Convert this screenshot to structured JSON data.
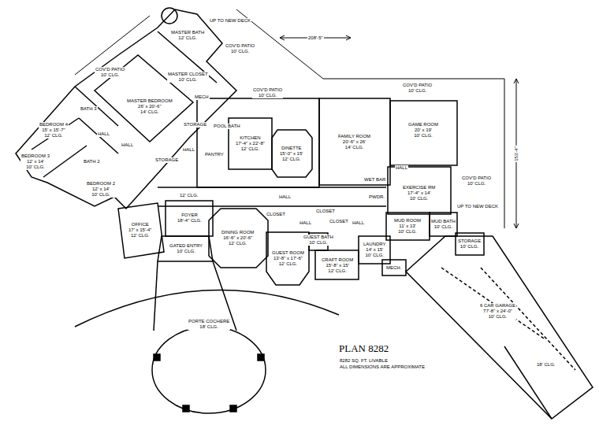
{
  "diagram": {
    "title": "PLAN 8282",
    "nodes": [
      {
        "text": [
          "COV'D PATIO",
          "10' CLG."
        ]
      },
      {
        "text": [
          "MASTER BATH",
          "12' CLG."
        ]
      },
      {
        "text": [
          "MASTER CLOSET",
          "10' CLG."
        ]
      },
      {
        "text": [
          "MECH"
        ]
      },
      {
        "text": [
          "COV'D PATIO",
          "10' CLG."
        ]
      },
      {
        "text": [
          "MASTER BEDROOM",
          "26' x 20'-6\"",
          "14' CLG."
        ]
      },
      {
        "text": [
          "STORAGE"
        ]
      },
      {
        "text": [
          "POOL BATH"
        ]
      },
      {
        "text": [
          "COV'D PATIO",
          "10' CLG."
        ]
      },
      {
        "text": [
          "COV'D PATIO",
          "10' CLG."
        ]
      },
      {
        "text": [
          "BATH 3"
        ]
      },
      {
        "text": [
          "BEDROOM 4",
          "15' x 15'-7\"",
          "12' CLG."
        ]
      },
      {
        "text": [
          "HALL"
        ]
      },
      {
        "text": [
          "HALL"
        ]
      },
      {
        "text": [
          "BEDROOM 3",
          "12' x 14'",
          "10' CLG."
        ]
      },
      {
        "text": [
          "BATH 2"
        ]
      },
      {
        "text": [
          "BEDROOM 2",
          "12' x 14'",
          "10' CLG."
        ]
      },
      {
        "text": [
          "STORAGE"
        ]
      },
      {
        "text": [
          "HALL"
        ]
      },
      {
        "text": [
          "PANTRY"
        ]
      },
      {
        "text": [
          "KITCHEN",
          "17'-4\" x 22'-8\"",
          "12' CLG."
        ]
      },
      {
        "text": [
          "DINETTE",
          "15'-0\" x 15'",
          "12' CLG."
        ]
      },
      {
        "text": [
          "FAMILY ROOM",
          "20'-6\" x 26'",
          "14' CLG."
        ]
      },
      {
        "text": [
          "GAME ROOM",
          "20' x 19'",
          "10' CLG."
        ]
      },
      {
        "text": [
          "HALL"
        ]
      },
      {
        "text": [
          "COV'D PATIO",
          "10' CLG."
        ]
      },
      {
        "text": [
          "EXERCISE RM",
          "17'-4\" x 14'",
          "10' CLG."
        ]
      },
      {
        "text": [
          "WET BAR"
        ]
      },
      {
        "text": [
          "PWDR."
        ]
      },
      {
        "text": [
          "12' CLG."
        ]
      },
      {
        "text": [
          "HALL"
        ]
      },
      {
        "text": [
          "OFFICE",
          "17' x 15'-4\"",
          "12' CLG."
        ]
      },
      {
        "text": [
          "FOYER",
          "18'-4\" CLG."
        ]
      },
      {
        "text": [
          "GATED ENTRY",
          "10' CLG."
        ]
      },
      {
        "text": [
          "DINING ROOM",
          "16'-6\" x 20'-6\"",
          "12' CLG."
        ]
      },
      {
        "text": [
          "CLOSET"
        ]
      },
      {
        "text": [
          "CLOSET"
        ]
      },
      {
        "text": [
          "CLOSET"
        ]
      },
      {
        "text": [
          "HALL"
        ]
      },
      {
        "text": [
          "HALL"
        ]
      },
      {
        "text": [
          "GUEST ROOM",
          "13'-8\" x 17'-6\"",
          "12' CLG."
        ]
      },
      {
        "text": [
          "GUEST BATH",
          "10' CLG."
        ]
      },
      {
        "text": [
          "CRAFT ROOM",
          "15'-8\" x 15'",
          "12' CLG."
        ]
      },
      {
        "text": [
          "LAUNDRY",
          "14' x 15'",
          "10' CLG."
        ]
      },
      {
        "text": [
          "MECH."
        ]
      },
      {
        "text": [
          "MUD ROOM",
          "11' x 13'",
          "10' CLG."
        ]
      },
      {
        "text": [
          "MUD BATH",
          "10' CLG."
        ]
      },
      {
        "text": [
          "STORAGE",
          "10' CLG."
        ]
      },
      {
        "text": [
          "6 CAR GARAGE",
          "77'-8\" x 24'-0\"",
          "10' CLG."
        ]
      },
      {
        "text": [
          "18' CLG."
        ]
      },
      {
        "text": [
          "PORTE COCHERE",
          "18' CLG."
        ]
      }
    ],
    "labels": [
      "208'-5\"",
      "153'-4\"",
      "UP TO NEW DECK",
      "UP TO NEW DECK",
      "8282 SQ. FT. LIVABLE",
      "ALL DIMENSIONS ARE APPROXIMATE"
    ]
  }
}
